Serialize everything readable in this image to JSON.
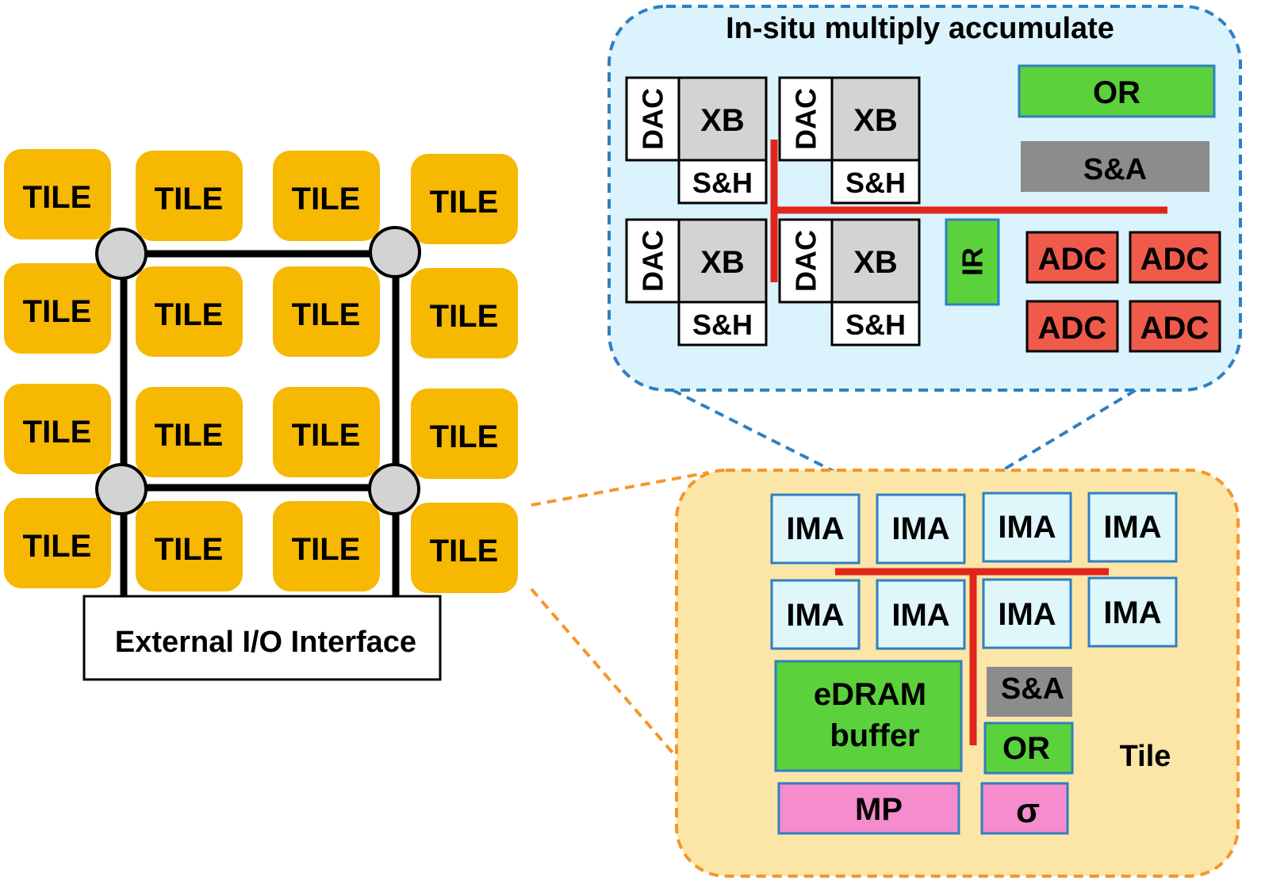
{
  "chip": {
    "tile_label": "TILE",
    "tile_rows": 4,
    "tile_cols": 4,
    "io_label": "External I/O Interface"
  },
  "ima": {
    "title": "In-situ multiply accumulate",
    "dac_label": "DAC",
    "xb_label": "XB",
    "sh_label": "S&H",
    "or_label": "OR",
    "sa_label": "S&A",
    "ir_label": "IR",
    "adc_label": "ADC"
  },
  "tile_detail": {
    "ima_label": "IMA",
    "edram_line1": "eDRAM",
    "edram_line2": "buffer",
    "sa_label": "S&A",
    "or_label": "OR",
    "mp_label": "MP",
    "sigma_label": "σ",
    "tile_caption": "Tile"
  },
  "colors": {
    "tile_fill": "#f6b800",
    "router_fill": "#d3d3d3",
    "ima_panel_fill": "#daf3fc",
    "ima_panel_border": "#2f7fc1",
    "tile_panel_fill": "#fbe6a8",
    "tile_panel_border": "#f5962a",
    "xb_fill": "#d3d3d3",
    "green": "#5bd13c",
    "sa_gray": "#8c8c8c",
    "adc_red": "#ef5a4a",
    "pink": "#f58ccd",
    "wire_red": "#e0261b",
    "ima_box_fill": "#dff7fb"
  }
}
